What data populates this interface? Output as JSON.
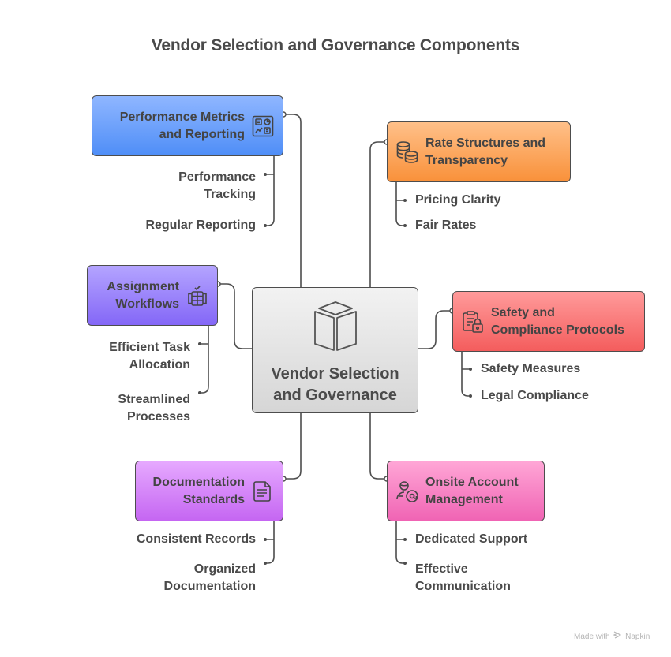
{
  "title": "Vendor Selection and Governance Components",
  "center": {
    "label_line1": "Vendor Selection",
    "label_line2": "and Governance",
    "icon": "cube-icon",
    "color": "#e0e0e0"
  },
  "branches": [
    {
      "id": "performance",
      "title_line1": "Performance Metrics",
      "title_line2": "and Reporting",
      "icon": "dashboard-chart-icon",
      "color": "#5d97f9",
      "items": [
        {
          "line1": "Performance",
          "line2": "Tracking"
        },
        {
          "line1": "Regular Reporting",
          "line2": ""
        }
      ]
    },
    {
      "id": "rate",
      "title_line1": "Rate Structures and",
      "title_line2": "Transparency",
      "icon": "coins-icon",
      "color": "#fba35c",
      "items": [
        {
          "line1": "Pricing Clarity",
          "line2": ""
        },
        {
          "line1": "Fair Rates",
          "line2": ""
        }
      ]
    },
    {
      "id": "assignment",
      "title_line1": "Assignment",
      "title_line2": "Workflows",
      "icon": "workflow-stack-icon",
      "color": "#9479f9",
      "items": [
        {
          "line1": "Efficient Task",
          "line2": "Allocation"
        },
        {
          "line1": "Streamlined",
          "line2": "Processes"
        }
      ]
    },
    {
      "id": "safety",
      "title_line1": "Safety and",
      "title_line2": "Compliance Protocols",
      "icon": "clipboard-lock-icon",
      "color": "#f77676",
      "items": [
        {
          "line1": "Safety Measures",
          "line2": ""
        },
        {
          "line1": "Legal Compliance",
          "line2": ""
        }
      ]
    },
    {
      "id": "documentation",
      "title_line1": "Documentation",
      "title_line2": "Standards",
      "icon": "document-icon",
      "color": "#d47ef6",
      "items": [
        {
          "line1": "Consistent Records",
          "line2": ""
        },
        {
          "line1": "Organized",
          "line2": "Documentation"
        }
      ]
    },
    {
      "id": "onsite",
      "title_line1": "Onsite Account",
      "title_line2": "Management",
      "icon": "user-at-icon",
      "color": "#f47cc0",
      "items": [
        {
          "line1": "Dedicated Support",
          "line2": ""
        },
        {
          "line1": "Effective",
          "line2": "Communication"
        }
      ]
    }
  ],
  "footer": {
    "made_with": "Made with",
    "brand": "Napkin",
    "icon": "napkin-logo-icon"
  }
}
